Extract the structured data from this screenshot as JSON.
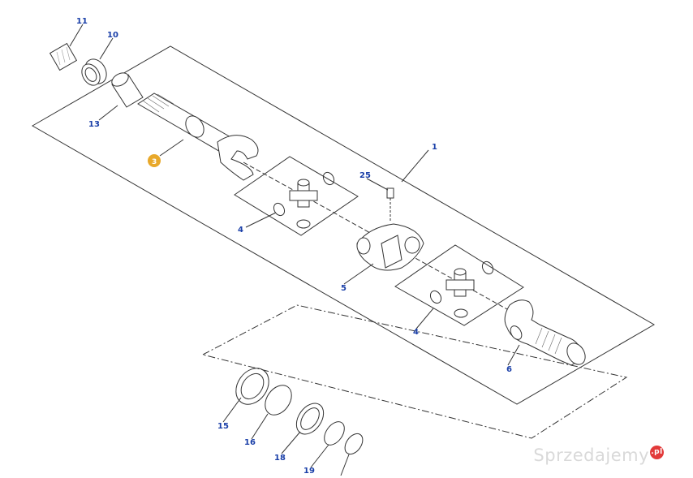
{
  "callouts": [
    "11",
    "10",
    "13",
    "3",
    "25",
    "1",
    "4",
    "5",
    "4",
    "6",
    "15",
    "16",
    "18",
    "19"
  ],
  "colors": {
    "callout_text": "#1a3fa8",
    "badge_fill": "#e8a82a",
    "line": "#333333"
  },
  "watermark": {
    "text": "Sprzedajemy",
    "badge": ".pl"
  }
}
